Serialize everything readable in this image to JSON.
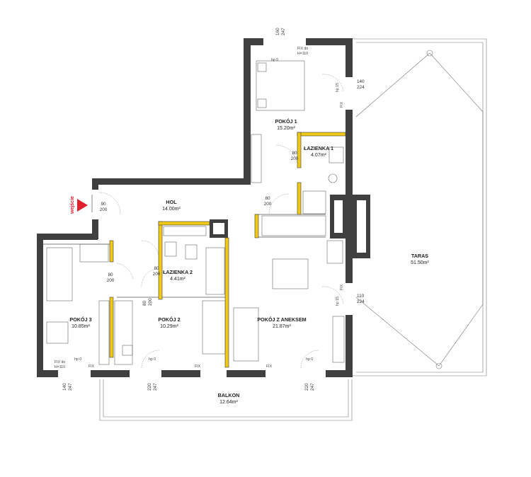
{
  "rooms": {
    "pokoj1": {
      "name": "POKÓJ 1",
      "area": "15.20m²"
    },
    "lazienka1": {
      "name": "ŁAZIENKA 1",
      "area": "4.07m²"
    },
    "hol": {
      "name": "HOL",
      "area": "14.00m²"
    },
    "lazienka2": {
      "name": "ŁAZIENKA 2",
      "area": "4.41m²"
    },
    "pokoj3": {
      "name": "POKÓJ 3",
      "area": "10.85m²"
    },
    "pokoj2": {
      "name": "POKÓJ 2",
      "area": "10.29m²"
    },
    "pokojAneks": {
      "name": "POKÓJ Z ANEKSEM",
      "area": "21.87m²"
    },
    "taras": {
      "name": "TARAS",
      "area": "51.50m²"
    },
    "balkon": {
      "name": "BALKON",
      "area": "12.64m²"
    }
  },
  "entrance": "wejście",
  "doors": {
    "d_entry": [
      "90",
      "200"
    ],
    "d_hol": [
      "80",
      "200"
    ],
    "d_laz1": [
      "80",
      "200"
    ],
    "d_laz2": [
      "80",
      "200"
    ],
    "d_pok3": [
      "80",
      "200"
    ],
    "d_pok2": [
      "80",
      "200"
    ]
  },
  "windows": {
    "w_top": [
      "160",
      "247"
    ],
    "w_right1": [
      "140",
      "224"
    ],
    "w_right2": [
      "110",
      "224"
    ],
    "w_bottom1": [
      "140",
      "247"
    ],
    "w_bottom2": [
      "220",
      "247"
    ],
    "w_bottom3": [
      "220",
      "247"
    ]
  },
  "notes": {
    "hp0": "hp 0",
    "hp15": "hp 15",
    "fix": "FIX",
    "fixdo": "FIX do",
    "h110": "H=110"
  }
}
